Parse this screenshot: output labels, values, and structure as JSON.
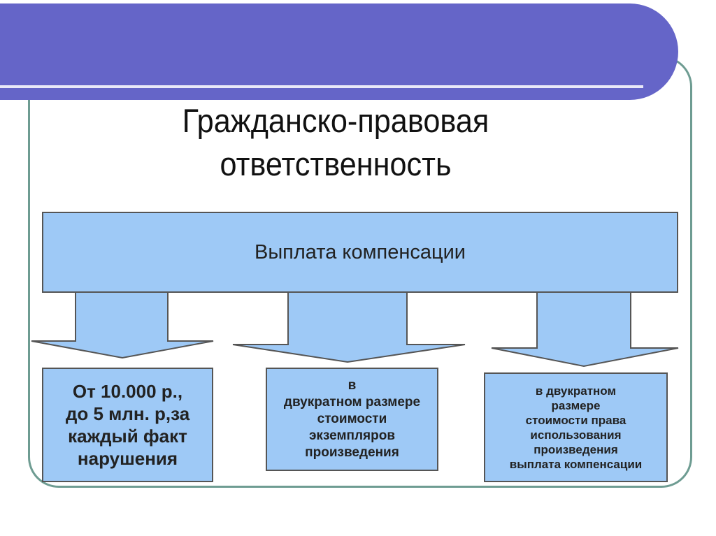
{
  "title": "Гражданско-правовая ответственность",
  "main_box": "Выплата компенсации",
  "outcomes": [
    "От 10.000 р.,\nдо 5 млн. р,за\nкаждый факт\nнарушения",
    "в\nдвукратном размере\nстоимости\nэкземпляров\nпроизведения",
    "в двукратном\nразмере\nстоимости права\nиспользования\nпроизведения\nвыплата компенсации"
  ],
  "colors": {
    "banner": "#6565c8",
    "box": "#9ec9f6",
    "frame": "#6e9c92"
  }
}
